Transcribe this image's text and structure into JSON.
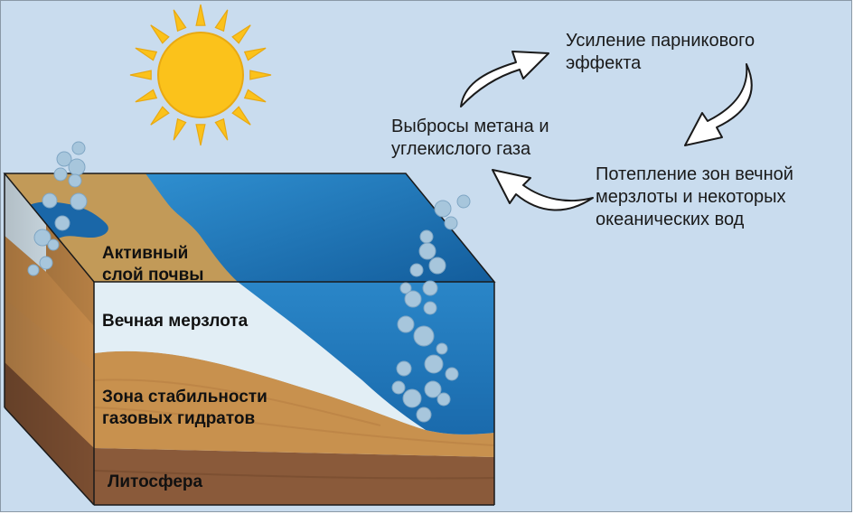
{
  "cycle": {
    "greenhouse": [
      "Усиление парникового",
      "эффекта"
    ],
    "warming": [
      "Потепление зон вечной",
      "мерзлоты и некоторых",
      "океанических вод"
    ],
    "emissions": [
      "Выбросы метана и",
      "углекислого газа"
    ]
  },
  "layers": {
    "active_soil": [
      "Активный",
      "слой почвы"
    ],
    "permafrost": "Вечная мерзлота",
    "hydrate_zone": [
      "Зона стабильности",
      "газовых гидратов"
    ],
    "lithosphere": "Литосфера"
  },
  "colors": {
    "sky": "#c9dcee",
    "sun": "#fbc21b",
    "ocean": "#1c74b8",
    "ice": "#e2eef5",
    "soil_active": "#c29a58",
    "soil_hydrate": "#c8914e",
    "lithosphere": "#8a5a3a",
    "bubble": "#a7c6dc"
  },
  "icons": [
    "sun-icon",
    "cycle-arrow-icon",
    "bubble-icon"
  ]
}
